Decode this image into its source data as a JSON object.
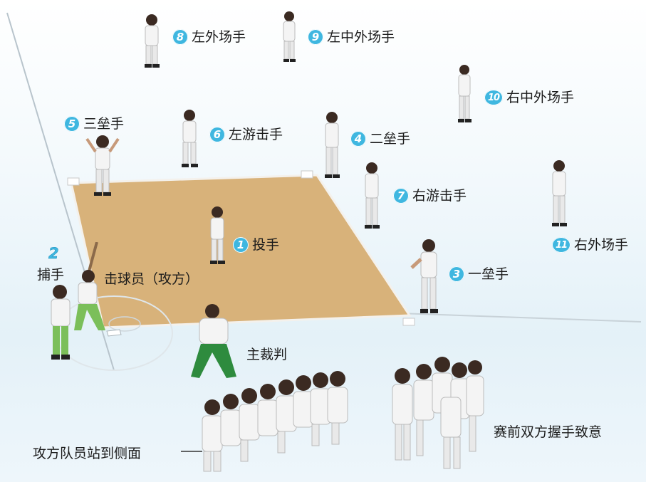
{
  "positions": [
    {
      "num": "1",
      "name": "投手"
    },
    {
      "num": "2",
      "name": "捕手"
    },
    {
      "num": "3",
      "name": "一垒手"
    },
    {
      "num": "4",
      "name": "二垒手"
    },
    {
      "num": "5",
      "name": "三垒手"
    },
    {
      "num": "6",
      "name": "左游击手"
    },
    {
      "num": "7",
      "name": "右游击手"
    },
    {
      "num": "8",
      "name": "左外场手"
    },
    {
      "num": "9",
      "name": "左中外场手"
    },
    {
      "num": "10",
      "name": "右中外场手"
    },
    {
      "num": "11",
      "name": "右外场手"
    }
  ],
  "labels": {
    "batter": "击球员（攻方）",
    "umpire": "主裁判",
    "offense_side": "攻方队员站到侧面",
    "handshake": "赛前双方握手致意"
  },
  "colors": {
    "infield": "#d8b27a",
    "badge": "#3fb7e0",
    "line": "#e9eef2"
  }
}
